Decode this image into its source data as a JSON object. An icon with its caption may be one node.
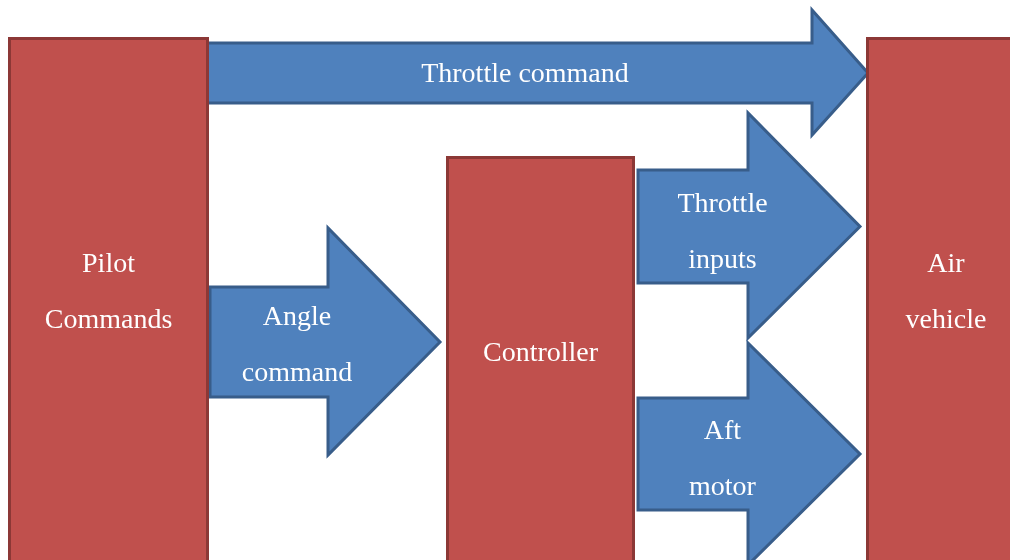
{
  "diagram": {
    "nodes": [
      {
        "text": [
          "Pilot Commands"
        ]
      },
      {
        "text": [
          "Controller"
        ]
      },
      {
        "text": [
          "Air vehicle"
        ]
      }
    ],
    "edges": [
      {
        "from": 0,
        "to": 2,
        "arrow": "to",
        "label": "Throttle command"
      },
      {
        "from": 0,
        "to": 1,
        "arrow": "to",
        "label": "Angle command"
      },
      {
        "from": 1,
        "to": 2,
        "arrow": "to",
        "label": "Throttle inputs"
      },
      {
        "from": 1,
        "to": 2,
        "arrow": "to",
        "label": "Aft motor"
      }
    ]
  }
}
